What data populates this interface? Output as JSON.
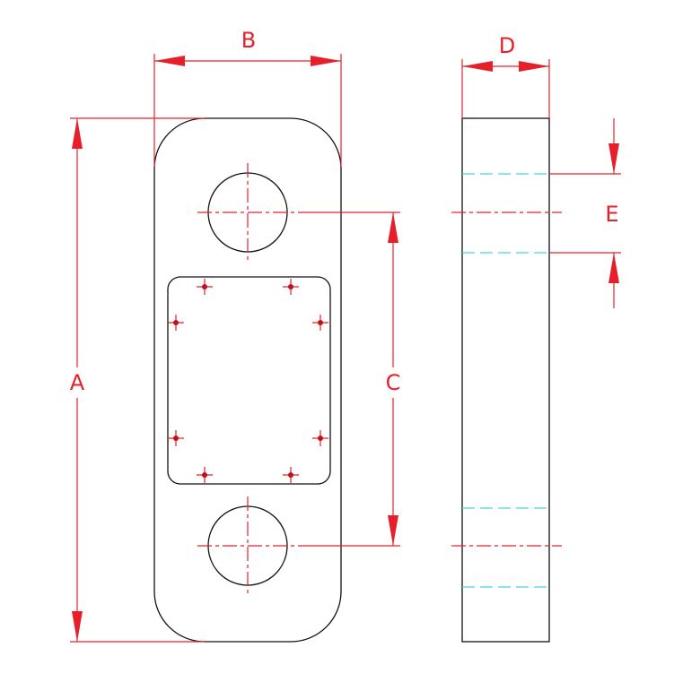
{
  "labels": {
    "a": "A",
    "b": "B",
    "c": "C",
    "d": "D",
    "e": "E"
  },
  "colors": {
    "outline": "#111111",
    "dimension": "#e5202a",
    "hidden_line": "#3fd6e0"
  }
}
